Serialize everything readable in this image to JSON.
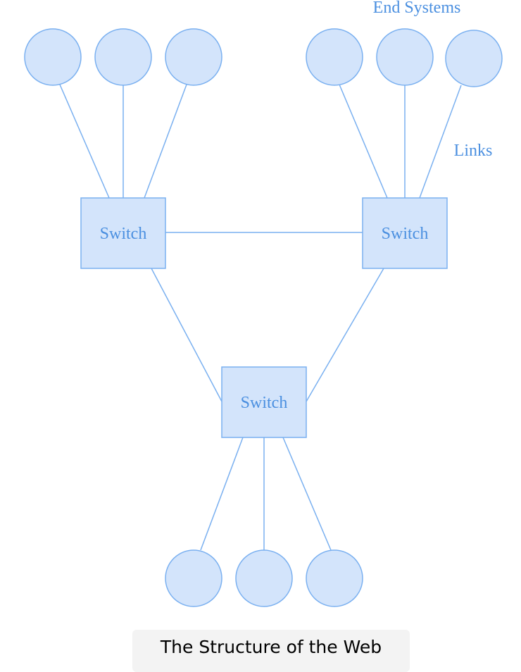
{
  "diagram": {
    "labels": {
      "end_systems": "End Systems",
      "links": "Links"
    },
    "switches": {
      "left": "Switch",
      "right": "Switch",
      "bottom": "Switch"
    }
  },
  "caption": {
    "text": "The Structure of the Web"
  },
  "colors": {
    "node_fill": "#d3e4fb",
    "node_stroke": "#7ab0f0",
    "label_text": "#4a8fe0"
  }
}
